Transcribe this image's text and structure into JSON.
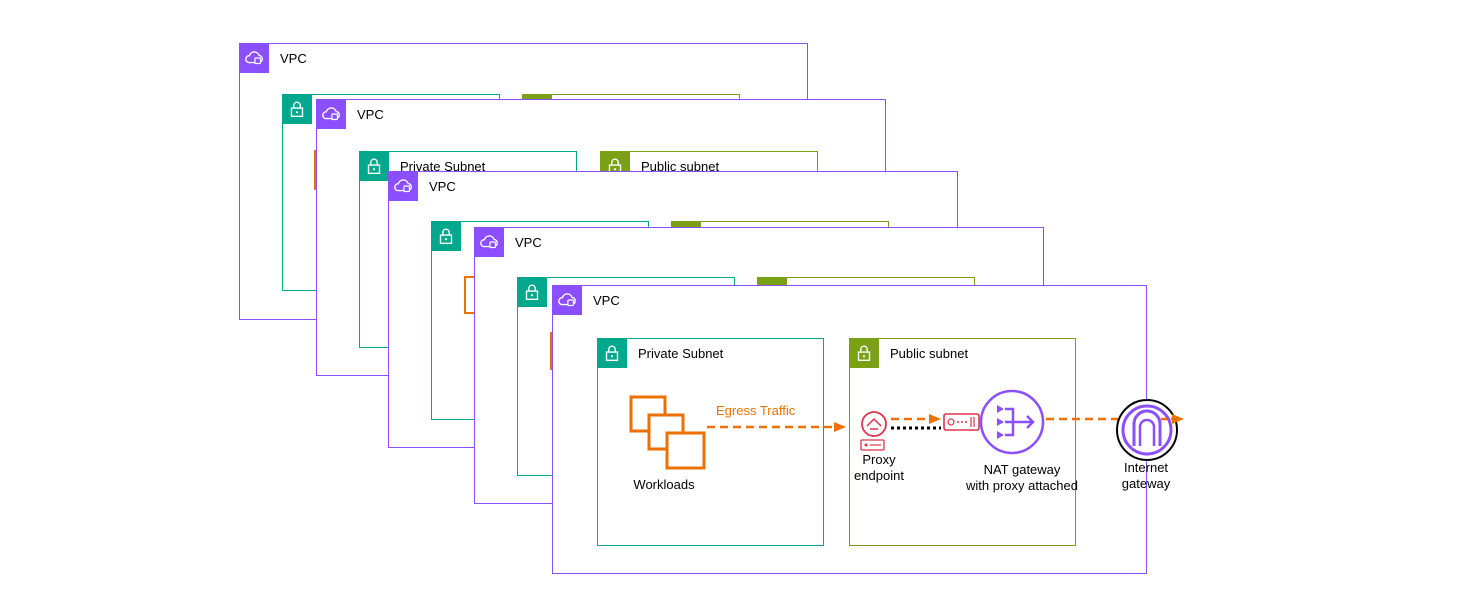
{
  "vpcs": [
    {
      "label": "VPC"
    },
    {
      "label": "VPC",
      "private_label": "Private Subnet",
      "public_label": "Public subnet"
    },
    {
      "label": "VPC"
    },
    {
      "label": "VPC"
    },
    {
      "label": "VPC",
      "private_label": "Private Subnet",
      "public_label": "Public subnet"
    }
  ],
  "front": {
    "workloads_label": "Workloads",
    "egress_label": "Egress Traffic",
    "proxy_label_line1": "Proxy",
    "proxy_label_line2": "endpoint",
    "nat_label_line1": "NAT gateway",
    "nat_label_line2": "with proxy attached",
    "igw_label_line1": "Internet",
    "igw_label_line2": "gateway"
  },
  "colors": {
    "vpc": "#8c4fff",
    "private_subnet": "#01a88d",
    "public_subnet": "#7aa116",
    "workload": "#ed7100",
    "proxy": "#dd344c",
    "nat": "#8c4fff",
    "flow": "#ed7100"
  },
  "icons": [
    "vpc-cloud-icon",
    "lock-icon",
    "ec2-instances-icon",
    "proxy-endpoint-icon",
    "nat-gateway-icon",
    "internet-gateway-icon"
  ]
}
